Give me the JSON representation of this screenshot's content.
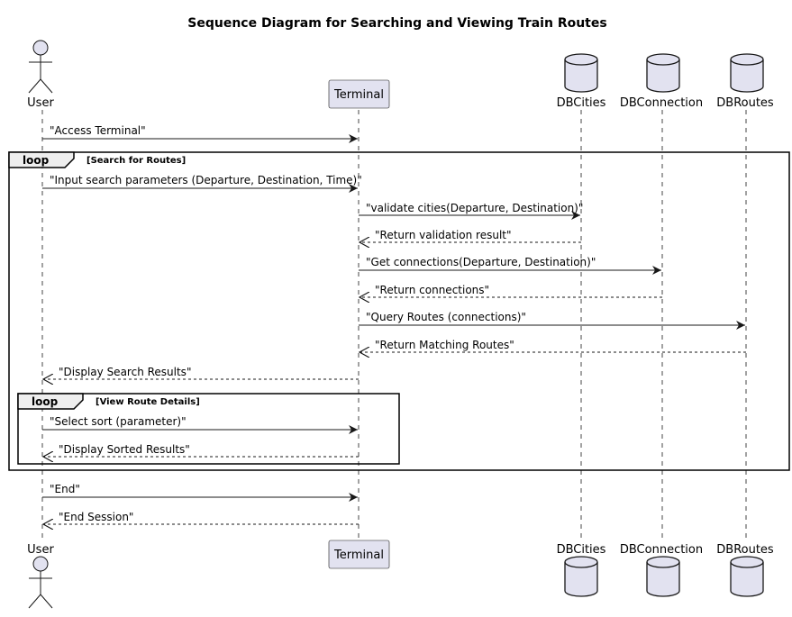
{
  "title": "Sequence Diagram for Searching and Viewing Train Routes",
  "participants": {
    "user": "User",
    "terminal": "Terminal",
    "dbcities": "DBCities",
    "dbconnection": "DBConnection",
    "dbroutes": "DBRoutes"
  },
  "messages": [
    {
      "text": "\"Access Terminal\"",
      "from": "user",
      "to": "terminal",
      "type": "sync"
    },
    {
      "text": "\"Input search parameters (Departure, Destination, Time)\"",
      "from": "user",
      "to": "terminal",
      "type": "sync"
    },
    {
      "text": "\"validate cities(Departure, Destination)\"",
      "from": "terminal",
      "to": "dbcities",
      "type": "sync"
    },
    {
      "text": "\"Return validation result\"",
      "from": "dbcities",
      "to": "terminal",
      "type": "return"
    },
    {
      "text": "\"Get connections(Departure, Destination)\"",
      "from": "terminal",
      "to": "dbconnection",
      "type": "sync"
    },
    {
      "text": "\"Return connections\"",
      "from": "dbconnection",
      "to": "terminal",
      "type": "return"
    },
    {
      "text": "\"Query Routes (connections)\"",
      "from": "terminal",
      "to": "dbroutes",
      "type": "sync"
    },
    {
      "text": "\"Return Matching Routes\"",
      "from": "dbroutes",
      "to": "terminal",
      "type": "return"
    },
    {
      "text": "\"Display Search Results\"",
      "from": "terminal",
      "to": "user",
      "type": "return"
    },
    {
      "text": "\"Select sort (parameter)\"",
      "from": "user",
      "to": "terminal",
      "type": "sync"
    },
    {
      "text": "\"Display Sorted Results\"",
      "from": "terminal",
      "to": "user",
      "type": "return"
    },
    {
      "text": "\"End\"",
      "from": "user",
      "to": "terminal",
      "type": "sync"
    },
    {
      "text": "\"End Session\"",
      "from": "terminal",
      "to": "user",
      "type": "return"
    }
  ],
  "fragments": [
    {
      "keyword": "loop",
      "condition": "[Search for Routes]"
    },
    {
      "keyword": "loop",
      "condition": "[View Route Details]"
    }
  ],
  "colors": {
    "participant_fill": "#e2e2f0",
    "participant_stroke": "#181818",
    "line": "#181818",
    "fragment_header": "#eeeeee"
  }
}
